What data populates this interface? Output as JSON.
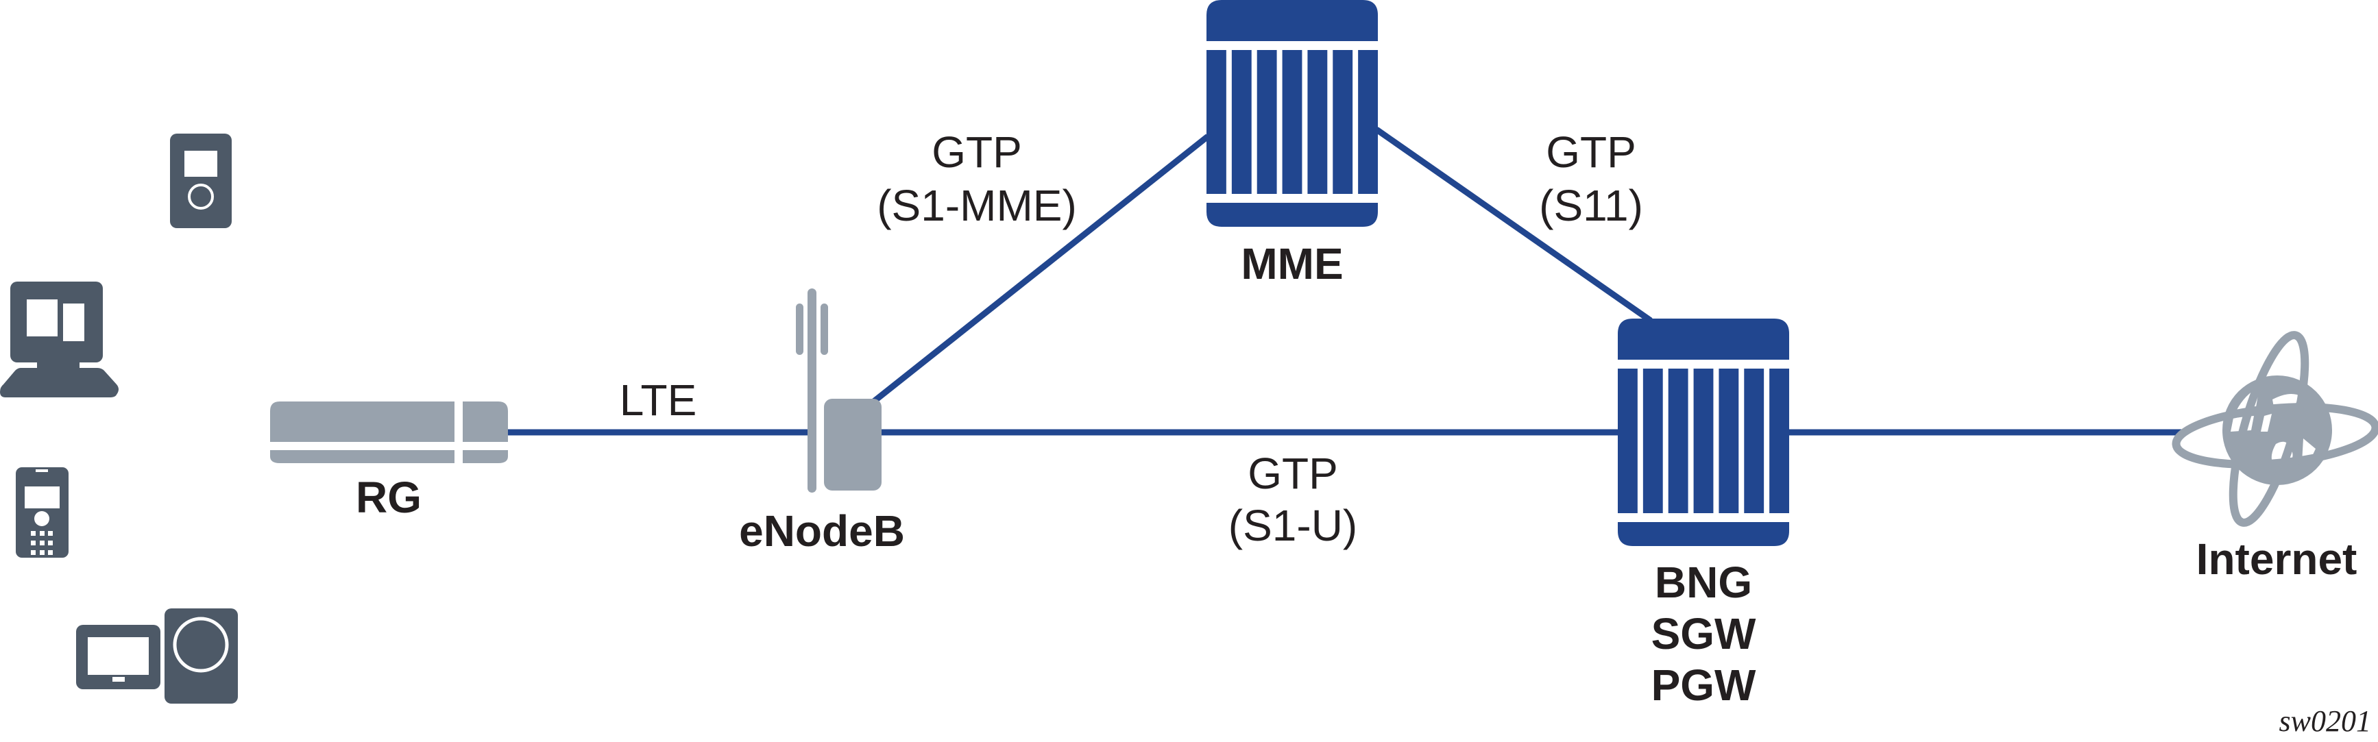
{
  "colors": {
    "link": "#21468f",
    "core_node": "#21468f",
    "access_device": "#98a2ad",
    "end_device": "#4d5967",
    "text": "#231f20"
  },
  "nodes": {
    "rg": {
      "label": "RG",
      "icon": "residential-gateway-icon"
    },
    "enodeb": {
      "label": "eNodeB",
      "icon": "cell-tower-icon"
    },
    "mme": {
      "label": "MME",
      "icon": "server-rack-icon"
    },
    "gateway": {
      "label_lines": [
        "BNG",
        "SGW",
        "PGW"
      ],
      "icon": "server-rack-icon"
    },
    "internet": {
      "label": "Internet",
      "icon": "globe-icon"
    }
  },
  "end_devices": [
    {
      "name": "mp3-player",
      "icon": "mp3-player-icon"
    },
    {
      "name": "desktop-computer",
      "icon": "desktop-computer-icon"
    },
    {
      "name": "mobile-phone",
      "icon": "mobile-phone-icon"
    },
    {
      "name": "tablet",
      "icon": "tablet-icon"
    },
    {
      "name": "speaker",
      "icon": "speaker-icon"
    }
  ],
  "links": {
    "lte": {
      "label": "LTE"
    },
    "s1_mme": {
      "label_lines": [
        "GTP",
        "(S1-MME)"
      ]
    },
    "s11": {
      "label_lines": [
        "GTP",
        "(S11)"
      ]
    },
    "s1_u": {
      "label_lines": [
        "GTP",
        "(S1-U)"
      ]
    }
  },
  "figure_id": "sw0201"
}
